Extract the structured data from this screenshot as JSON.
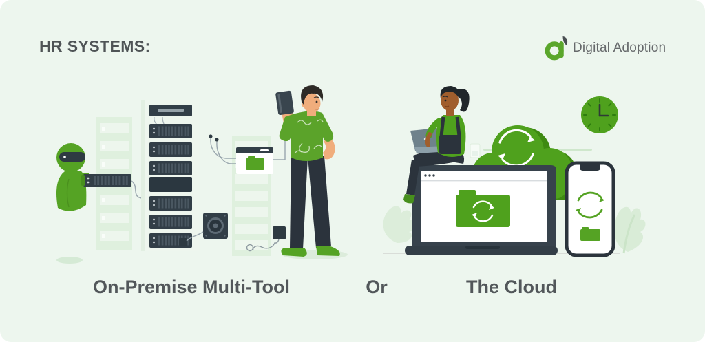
{
  "header": {
    "title": "HR SYSTEMS:",
    "brand": {
      "name": "Digital Adoption"
    }
  },
  "comparison": {
    "left_label": "On-Premise Multi-Tool",
    "connector": "Or",
    "right_label": "The Cloud"
  },
  "colors": {
    "background": "#edf6ee",
    "illustration_green": "#55a324",
    "cloud_green": "#4fa11d",
    "cloud_green_dark": "#3e8a12",
    "dark_slate": "#333e47",
    "heading_text": "#4f5456",
    "label_text": "#52575a",
    "or_text_green": "#4ba31c",
    "logo_text_gray": "#66696b",
    "rack_light_green": "#dff0de",
    "rack_stripe": "#edf6ed",
    "shadow_green": "#dcecdb",
    "skin_man": "#f0ad7c",
    "skin_woman": "#a05e2d"
  },
  "icons": {
    "brand_mark": "digital-adoption-a-icon",
    "sync": "circular-sync-arrows-icon",
    "folder": "folder-icon",
    "clock": "clock-icon",
    "cloud": "cloud-icon"
  },
  "illustrations": {
    "left": {
      "label": "On-Premise Multi-Tool",
      "elements": [
        "robot pulling a server unit",
        "server cabinets",
        "man holding a tablet",
        "folder window with cables",
        "cooling fan box"
      ]
    },
    "right": {
      "label": "The Cloud",
      "elements": [
        "woman sitting on a laptop using a notebook",
        "green cloud with sync arrows",
        "clock",
        "laptop screen with syncing folder",
        "smartphone with syncing folder",
        "plant leaves"
      ]
    }
  }
}
